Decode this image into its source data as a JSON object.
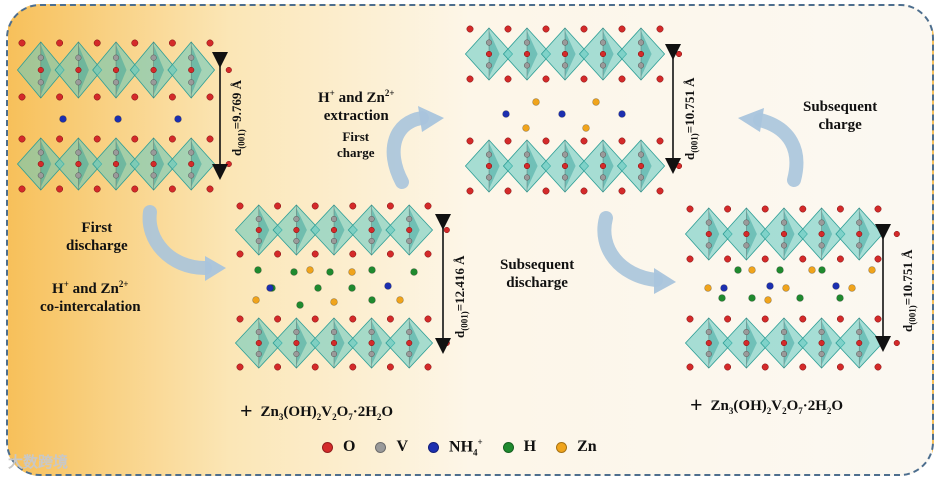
{
  "texts": {
    "first_discharge": "First\ndischarge",
    "co_intercalation": "H+ and Zn2+\nco-intercalation",
    "extraction": "H+ and Zn2+\nextraction",
    "first_charge": "First\ncharge",
    "subsequent_charge": "Subsequent\ncharge",
    "subsequent_discharge": "Subsequent\ndischarge",
    "d_9769": "=9.769 Å",
    "d_12416": "=12.416 Å",
    "d_10751_top": "=10.751 Å",
    "d_10751_right": "=10.751 Å",
    "d_symbol": "d",
    "d_sub": "(001)",
    "plus": "+",
    "formula_zn": "Zn",
    "formula_3": "3",
    "formula_oh": "(OH)",
    "formula_2a": "2",
    "formula_v": "V",
    "formula_2b": "2",
    "formula_o": "O",
    "formula_7": "7",
    "formula_water": "·2H",
    "formula_2c": "2",
    "formula_end": "O",
    "watermark": "大数跨境"
  },
  "legend": [
    {
      "symbol": "O",
      "color": "#d42a2a"
    },
    {
      "symbol": "V",
      "color": "#9a9a9a"
    },
    {
      "symbol": "NH4+",
      "color": "#1c2fb0"
    },
    {
      "symbol": "H",
      "color": "#1f8a2e"
    },
    {
      "symbol": "Zn",
      "color": "#f0a41c"
    }
  ],
  "colors": {
    "octahedron": "#5ec8c0",
    "octahedron_dark": "#2e9e96",
    "arrow": "#a9c4dc",
    "frame": "#4d6e8e"
  }
}
